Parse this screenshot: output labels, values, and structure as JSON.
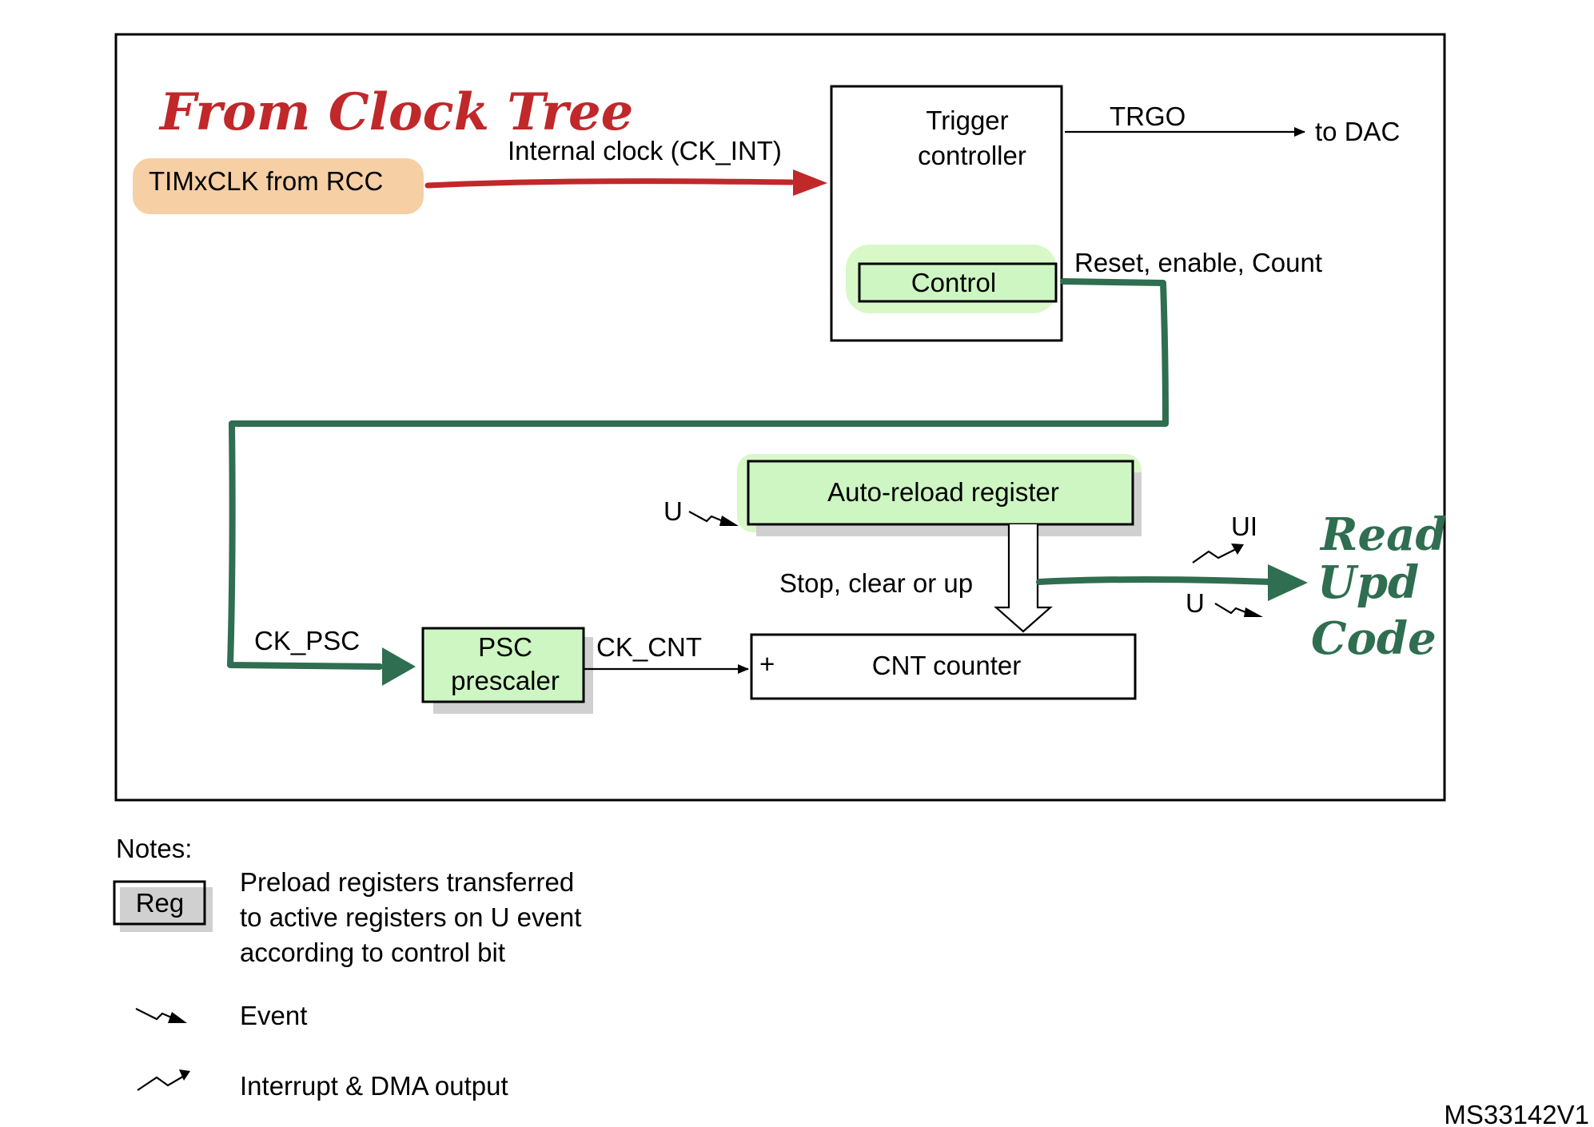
{
  "annotations": {
    "from_clock_tree": "From Clock Tree",
    "read_upd_code": [
      "Read",
      "Upd",
      "Code"
    ]
  },
  "blocks": {
    "timxclk": "TIMxCLK from RCC",
    "trigger_controller": [
      "Trigger",
      "controller"
    ],
    "control": "Control",
    "auto_reload": "Auto-reload register",
    "psc_prescaler": [
      "PSC",
      "prescaler"
    ],
    "cnt_counter": "CNT counter",
    "cnt_plus": "+"
  },
  "signals": {
    "internal_clock": "Internal clock (CK_INT)",
    "trgo": "TRGO",
    "to_dac": "to DAC",
    "reset_enable_count": "Reset, enable, Count",
    "u_event_arr": "U",
    "ui": "UI",
    "u_event_out": "U",
    "stop_clear_up": "Stop, clear or up",
    "ck_psc": "CK_PSC",
    "ck_cnt": "CK_CNT"
  },
  "notes": {
    "title": "Notes:",
    "reg_label": "Reg",
    "reg_desc": [
      "Preload registers transferred",
      "to active registers on U event",
      "according to control bit"
    ],
    "event_label": "Event",
    "interrupt_label": "Interrupt & DMA output"
  },
  "figure_id": "MS33142V1",
  "colors": {
    "annotation_red": "#c0282a",
    "annotation_green": "#2f6e50",
    "highlight_orange": "#f6cfa5",
    "highlight_green": "#d8f8c8",
    "block_green": "#cdf6c2"
  }
}
